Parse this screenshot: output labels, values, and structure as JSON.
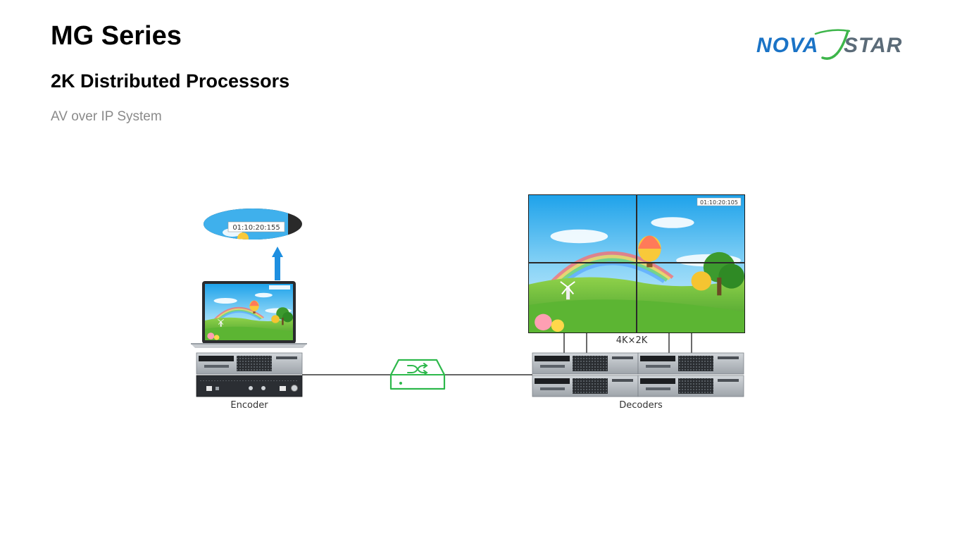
{
  "slide": {
    "title": "MG Series",
    "subtitle": "2K Distributed Processors",
    "tagline": "AV over IP System"
  },
  "logo": {
    "brand_left": "NOVA",
    "brand_right": "STAR",
    "color_blue": "#1a73c6",
    "color_green": "#3db54a"
  },
  "diagram": {
    "encoder_label": "Encoder",
    "decoders_label": "Decoders",
    "wall_resolution_label": "4K×2K",
    "zoom_timestamp": "01:10:20:155",
    "wall_timestamp": "01:10:20:105",
    "switch_icon": "shuffle-icon",
    "switch_color": "#2db84b"
  }
}
